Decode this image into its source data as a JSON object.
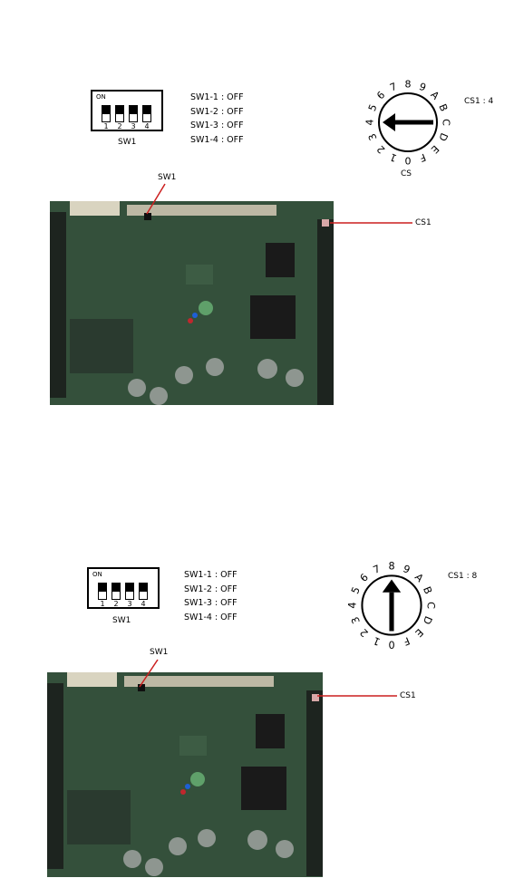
{
  "panels": [
    {
      "dip": {
        "on_label": "ON",
        "positions": [
          "1",
          "2",
          "3",
          "4"
        ],
        "caption": "SW1"
      },
      "settings": [
        "SW1-1 : OFF",
        "SW1-2 : OFF",
        "SW1-3 : OFF",
        "SW1-4 : OFF"
      ],
      "dial": {
        "labels": [
          "0",
          "1",
          "2",
          "3",
          "4",
          "5",
          "6",
          "7",
          "8",
          "9",
          "A",
          "B",
          "C",
          "D",
          "E",
          "F"
        ],
        "pointed_digit": 4,
        "caption": "CS"
      },
      "readout": "CS1 : 4",
      "callouts": {
        "sw1": "SW1",
        "cs1": "CS1"
      }
    },
    {
      "dip": {
        "on_label": "ON",
        "positions": [
          "1",
          "2",
          "3",
          "4"
        ],
        "caption": "SW1"
      },
      "settings": [
        "SW1-1 : OFF",
        "SW1-2 : OFF",
        "SW1-3 : OFF",
        "SW1-4 : OFF"
      ],
      "dial": {
        "labels": [
          "0",
          "1",
          "2",
          "3",
          "4",
          "5",
          "6",
          "7",
          "8",
          "9",
          "A",
          "B",
          "C",
          "D",
          "E",
          "F"
        ],
        "pointed_digit": 8,
        "caption": ""
      },
      "readout": "CS1 : 8",
      "callouts": {
        "sw1": "SW1",
        "cs1": "CS1"
      }
    }
  ],
  "colors": {
    "callout_line": "#cc1f1f",
    "board": "#2f4a36",
    "chip": "#1a1a1a"
  }
}
